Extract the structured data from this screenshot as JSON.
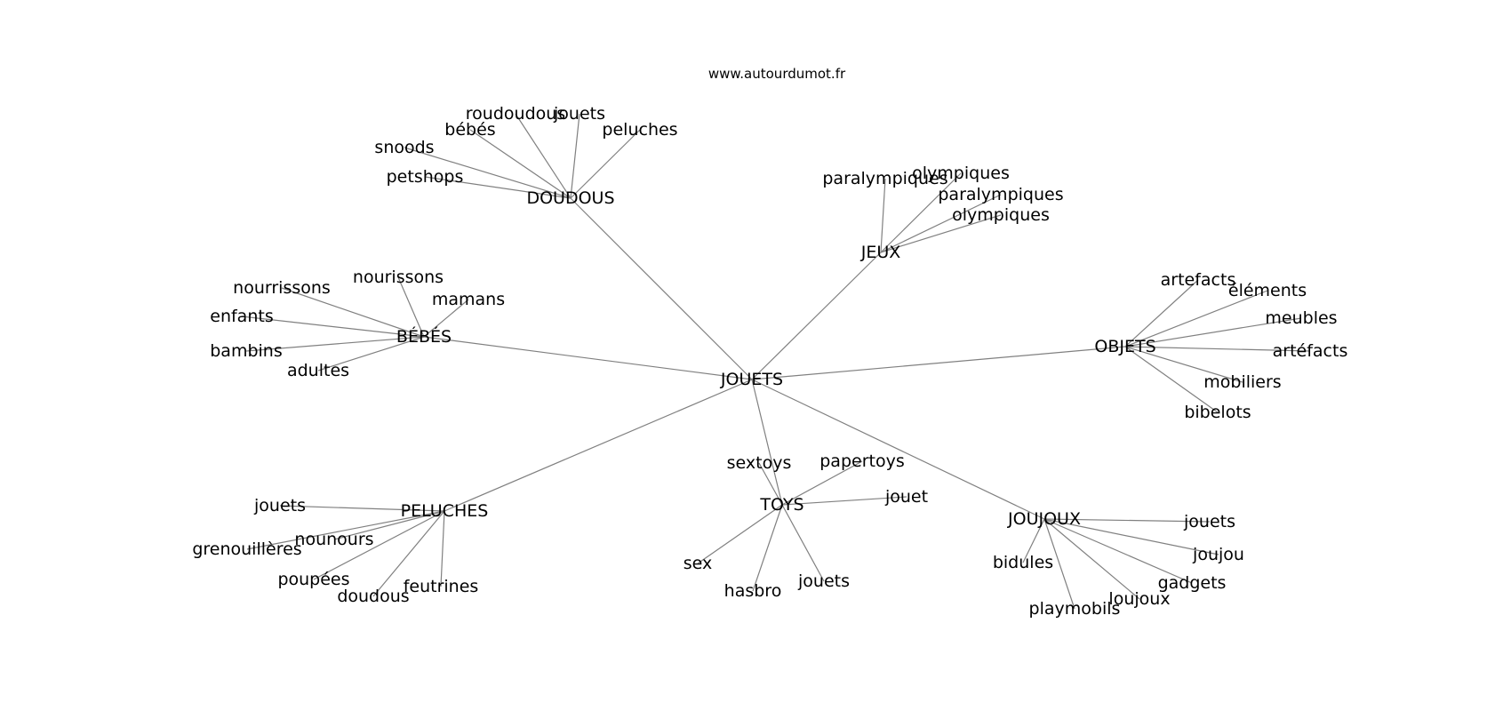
{
  "site": "www.autourdumot.fr",
  "root": "JOUETS",
  "clusters": [
    {
      "key": "doudous",
      "label": "DOUDOUS",
      "words": [
        "roudoudous",
        "jouets",
        "bébés",
        "peluches",
        "snoods",
        "petshops"
      ]
    },
    {
      "key": "jeux",
      "label": "JEUX",
      "words": [
        "paralympiques",
        "olympiques",
        "paralympiques",
        "olympiques"
      ]
    },
    {
      "key": "bebes",
      "label": "BÉBÉS",
      "words": [
        "nourrissons",
        "nourissons",
        "mamans",
        "enfants",
        "bambins",
        "adultes"
      ]
    },
    {
      "key": "objets",
      "label": "OBJETS",
      "words": [
        "artefacts",
        "éléments",
        "meubles",
        "artéfacts",
        "mobiliers",
        "bibelots"
      ]
    },
    {
      "key": "peluches",
      "label": "PELUCHES",
      "words": [
        "jouets",
        "nounours",
        "grenouillères",
        "poupées",
        "doudous",
        "feutrines"
      ]
    },
    {
      "key": "toys",
      "label": "TOYS",
      "words": [
        "sextoys",
        "papertoys",
        "jouet",
        "sex",
        "hasbro",
        "jouets"
      ]
    },
    {
      "key": "joujoux",
      "label": "JOUJOUX",
      "words": [
        "jouets",
        "joujou",
        "bidules",
        "gadgets",
        "loujoux",
        "playmobils"
      ]
    }
  ]
}
